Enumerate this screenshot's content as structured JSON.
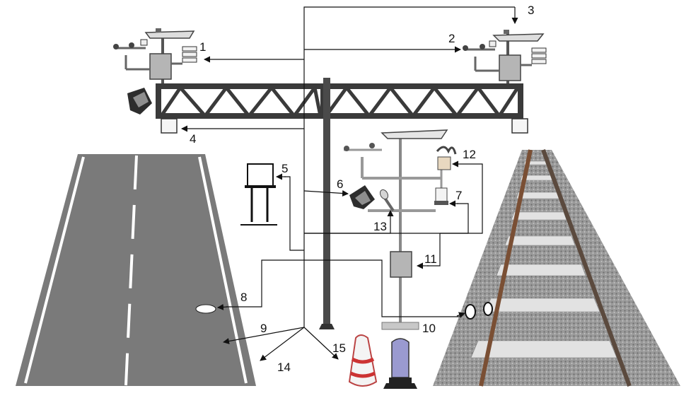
{
  "callouts": [
    {
      "id": "1",
      "label": "1"
    },
    {
      "id": "2",
      "label": "2"
    },
    {
      "id": "3",
      "label": "3"
    },
    {
      "id": "4",
      "label": "4"
    },
    {
      "id": "5",
      "label": "5"
    },
    {
      "id": "6",
      "label": "6"
    },
    {
      "id": "7",
      "label": "7"
    },
    {
      "id": "8",
      "label": "8"
    },
    {
      "id": "9",
      "label": "9"
    },
    {
      "id": "10",
      "label": "10"
    },
    {
      "id": "11",
      "label": "11"
    },
    {
      "id": "12",
      "label": "12"
    },
    {
      "id": "13",
      "label": "13"
    },
    {
      "id": "14",
      "label": "14"
    },
    {
      "id": "15",
      "label": "15"
    }
  ],
  "colors": {
    "road": "#7a7a7a",
    "road_marking": "#ffffff",
    "steel": "#3a3a3a",
    "equipment_box": "#b5b5b5",
    "line": "#111111"
  }
}
